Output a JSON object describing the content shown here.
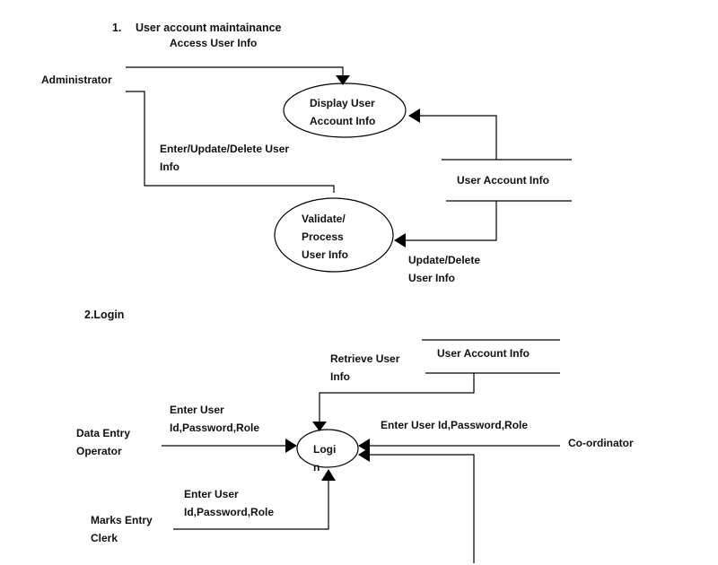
{
  "section1": {
    "number": "1.",
    "title": "User account maintainance",
    "entity_admin": "Administrator",
    "flow_access": "Access User Info",
    "process_display": "Display User\nAccount Info",
    "flow_enter": "Enter/Update/Delete User\nInfo",
    "store": "User Account Info",
    "process_validate": "Validate/\nProcess\nUser Info",
    "flow_update": "Update/Delete\nUser Info"
  },
  "section2": {
    "title": "2.Login",
    "flow_retrieve": "Retrieve User\nInfo",
    "store": "User Account Info",
    "flow_enter_left": "Enter User\nId,Password,Role",
    "flow_enter_right": "Enter User Id,Password,Role",
    "entity_operator": "Data Entry\nOperator",
    "process_login": "Logi\nn",
    "entity_coordinator": "Co-ordinator",
    "flow_enter_bottom": "Enter User\nId,Password,Role",
    "entity_marks": "Marks Entry\nClerk"
  }
}
